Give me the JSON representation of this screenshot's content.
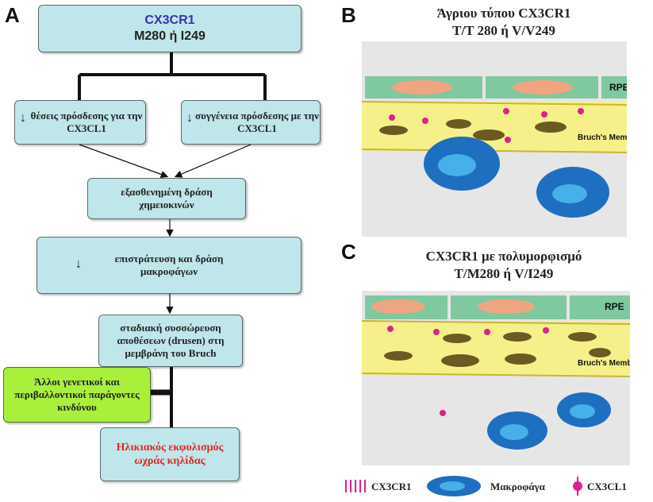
{
  "panels": {
    "a": "A",
    "b": "B",
    "c": "C"
  },
  "flow": {
    "top_title": "CX3CR1",
    "top_subtitle": "M280 ή I249",
    "left_box": "θέσεις πρόσδεσης για την CX3CL1",
    "right_box": "συγγένεια πρόσδεσης με την CX3CL1",
    "weakened": "εξασθενημένη δράση χημειοκινών",
    "recruitment": "επιστράτευση και δράση μακροφάγων",
    "drusen": "σταδιακή συσσώρευση αποθέσεων (drusen) στη μεμβράνη του Bruch",
    "other_factors": "Άλλοι γενετικοί και περιβαλλοντικοί παράγοντες κινδύνου",
    "amd": "Ηλικιακός εκφυλισμός ωχράς κηλίδας",
    "down_arrow": "↓"
  },
  "panel_b": {
    "title_line1": "Άγριου τύπου CX3CR1",
    "title_line2": "T/T 280 ή V/V249",
    "rpe": "RPE",
    "bruch": "Bruch's Membrane"
  },
  "panel_c": {
    "title_line1": "CX3CR1 με πολυμορφισμό",
    "title_line2": "T/M280 ή V/I249",
    "rpe": "RPE",
    "bruch": "Bruch's Membrane"
  },
  "legend": {
    "receptor": "CX3CR1",
    "macrophage": "Μακροφάγα",
    "ligand": "CX3CL1"
  },
  "colors": {
    "box": "#bfe6ea",
    "green_box": "#a8f03c",
    "title_blue": "#3a2fb8",
    "amd_red": "#e5231e",
    "rpe": "#7fc8a0",
    "membrane": "#f6f08a",
    "macrophage": "#1e6fc0",
    "receptor": "#e0208c"
  }
}
